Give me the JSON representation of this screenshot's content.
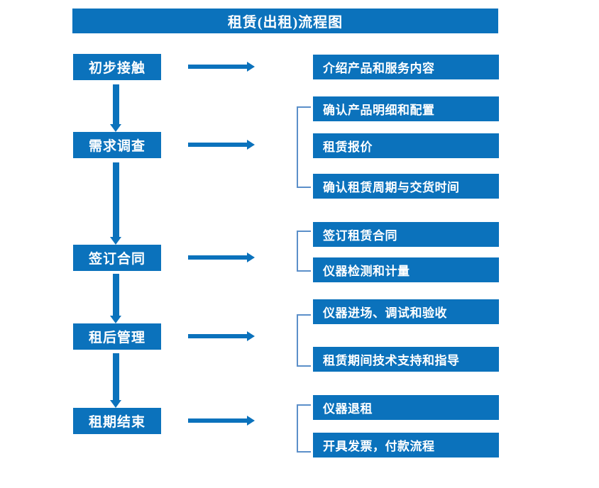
{
  "diagram": {
    "title": "租赁(出租)流程图",
    "accent_color": "#0B72BC",
    "bracket_color": "#5B8FC9",
    "text_color": "#FFFFFF",
    "background_color": "#FFFFFF",
    "stages": [
      {
        "id": "stage-1",
        "label": "初步接触",
        "details": [
          "介绍产品和服务内容"
        ],
        "bracketed": false
      },
      {
        "id": "stage-2",
        "label": "需求调查",
        "details": [
          "确认产品明细和配置",
          "租赁报价",
          "确认租赁周期与交货时间"
        ],
        "bracketed": true
      },
      {
        "id": "stage-3",
        "label": "签订合同",
        "details": [
          "签订租赁合同",
          "仪器检测和计量"
        ],
        "bracketed": true
      },
      {
        "id": "stage-4",
        "label": "租后管理",
        "details": [
          "仪器进场、调试和验收",
          "租赁期间技术支持和指导"
        ],
        "bracketed": true
      },
      {
        "id": "stage-5",
        "label": "租期结束",
        "details": [
          "仪器退租",
          "开具发票，付款流程"
        ],
        "bracketed": true
      }
    ],
    "detail_boxes": [
      "介绍产品和服务内容",
      "确认产品明细和配置",
      "租赁报价",
      "确认租赁周期与交货时间",
      "签订租赁合同",
      "仪器检测和计量",
      "仪器进场、调试和验收",
      "租赁期间技术支持和指导",
      "仪器退租",
      "开具发票，付款流程"
    ]
  }
}
